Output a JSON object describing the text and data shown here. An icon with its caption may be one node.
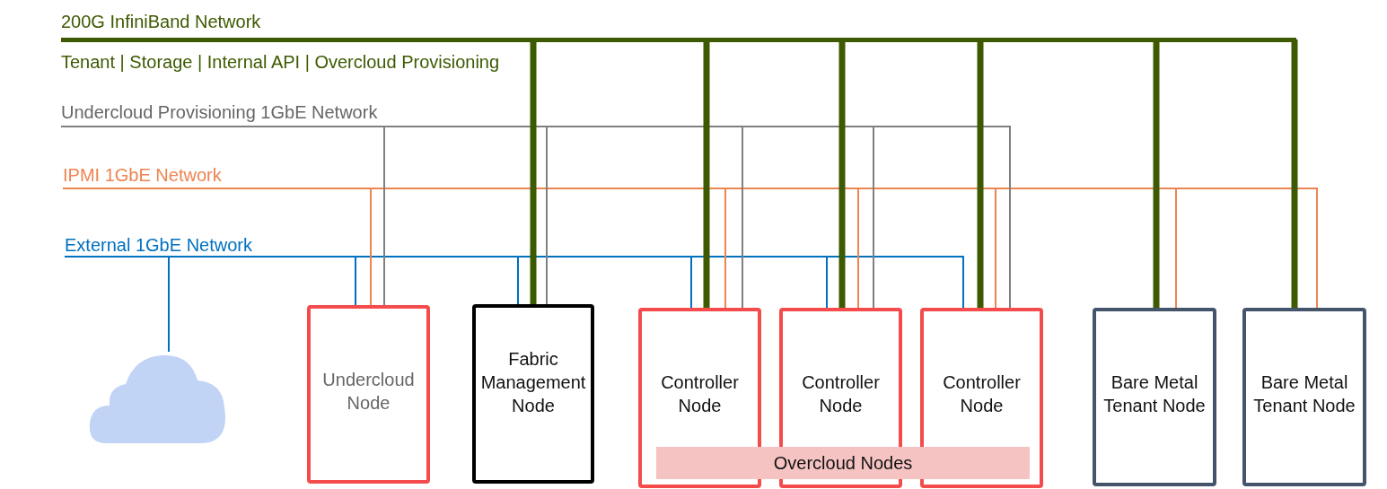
{
  "diagram": {
    "nodes": [
      {
        "text": [
          "200G InfiniBand Network"
        ],
        "beside": [
          "Tenant | Storage | Internal API | Overcloud Provisioning"
        ]
      },
      {
        "text": [
          "Undercloud Provisioning 1GbE Network"
        ]
      },
      {
        "text": [
          "IPMI 1GbE Network"
        ]
      },
      {
        "text": [
          "External 1GbE Network"
        ]
      },
      {
        "text": [],
        "shape": "cloud"
      },
      {
        "text": [
          "Undercloud Node"
        ]
      },
      {
        "text": [
          "Fabric Management Node"
        ]
      },
      {
        "text": [
          "Controller Node"
        ]
      },
      {
        "text": [
          "Controller Node"
        ]
      },
      {
        "text": [
          "Controller Node"
        ]
      },
      {
        "text": [
          "Bare Metal Tenant Node"
        ]
      },
      {
        "text": [
          "Bare Metal Tenant Node"
        ]
      },
      {
        "text": [
          "Overcloud Nodes"
        ]
      }
    ],
    "edges": [
      {
        "from": 0,
        "to": 6,
        "arrow": "none",
        "style": "thick",
        "color": "#3d5a00"
      },
      {
        "from": 0,
        "to": 7,
        "arrow": "none",
        "style": "thick",
        "color": "#3d5a00"
      },
      {
        "from": 0,
        "to": 8,
        "arrow": "none",
        "style": "thick",
        "color": "#3d5a00"
      },
      {
        "from": 0,
        "to": 9,
        "arrow": "none",
        "style": "thick",
        "color": "#3d5a00"
      },
      {
        "from": 0,
        "to": 10,
        "arrow": "none",
        "style": "thick",
        "color": "#3d5a00"
      },
      {
        "from": 0,
        "to": 11,
        "arrow": "none",
        "style": "thick",
        "color": "#3d5a00"
      },
      {
        "from": 1,
        "to": 5,
        "arrow": "none",
        "color": "#808080"
      },
      {
        "from": 1,
        "to": 6,
        "arrow": "none",
        "color": "#808080"
      },
      {
        "from": 1,
        "to": 7,
        "arrow": "none",
        "color": "#808080"
      },
      {
        "from": 1,
        "to": 8,
        "arrow": "none",
        "color": "#808080"
      },
      {
        "from": 1,
        "to": 9,
        "arrow": "none",
        "color": "#808080"
      },
      {
        "from": 2,
        "to": 5,
        "arrow": "none",
        "color": "#ee8450"
      },
      {
        "from": 2,
        "to": 7,
        "arrow": "none",
        "color": "#ee8450"
      },
      {
        "from": 2,
        "to": 8,
        "arrow": "none",
        "color": "#ee8450"
      },
      {
        "from": 2,
        "to": 9,
        "arrow": "none",
        "color": "#ee8450"
      },
      {
        "from": 2,
        "to": 10,
        "arrow": "none",
        "color": "#ee8450"
      },
      {
        "from": 2,
        "to": 11,
        "arrow": "none",
        "color": "#ee8450"
      },
      {
        "from": 3,
        "to": 4,
        "arrow": "none",
        "color": "#0070c0"
      },
      {
        "from": 3,
        "to": 5,
        "arrow": "none",
        "color": "#0070c0"
      },
      {
        "from": 3,
        "to": 6,
        "arrow": "none",
        "color": "#0070c0"
      },
      {
        "from": 3,
        "to": 7,
        "arrow": "none",
        "color": "#0070c0"
      },
      {
        "from": 3,
        "to": 8,
        "arrow": "none",
        "color": "#0070c0"
      },
      {
        "from": 3,
        "to": 9,
        "arrow": "none",
        "color": "#0070c0"
      }
    ]
  }
}
